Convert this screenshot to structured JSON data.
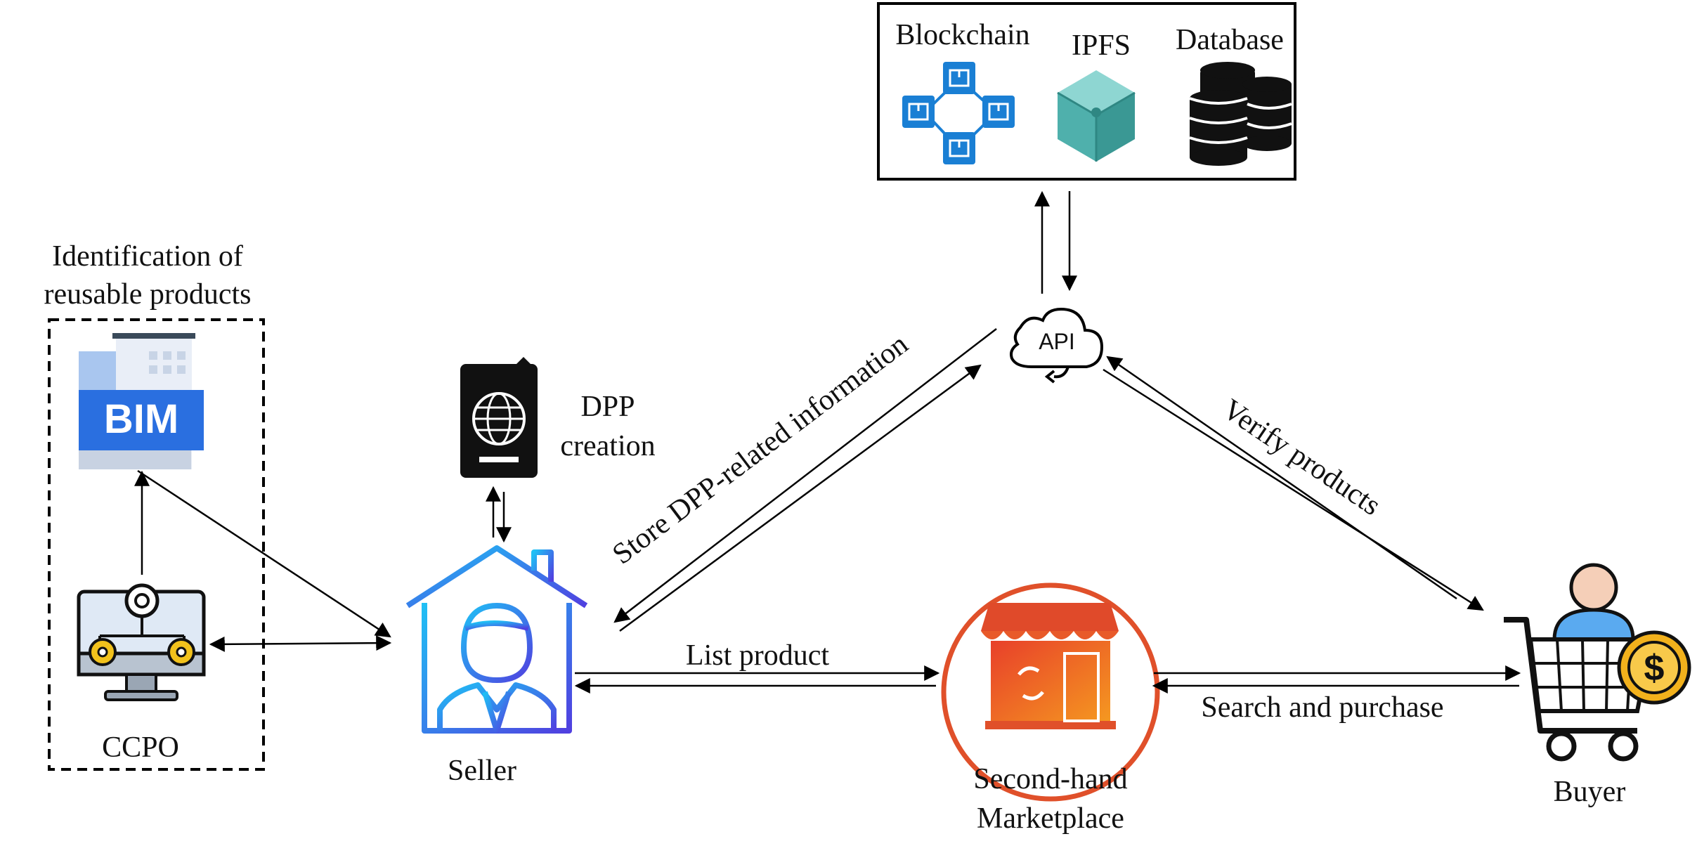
{
  "storage": {
    "blockchain_label": "Blockchain",
    "ipfs_label": "IPFS",
    "database_label": "Database"
  },
  "api": {
    "label": "API"
  },
  "identification": {
    "title_line1": "Identification of",
    "title_line2": "reusable products"
  },
  "bim": {
    "label": "BIM"
  },
  "ccpo": {
    "label": "CCPO"
  },
  "dpp": {
    "line1": "DPP",
    "line2": "creation"
  },
  "seller": {
    "label": "Seller"
  },
  "marketplace": {
    "line1": "Second-hand",
    "line2": "Marketplace"
  },
  "buyer": {
    "label": "Buyer"
  },
  "flows": {
    "store": "Store DPP-related information",
    "verify": "Verify products",
    "list": "List product",
    "search": "Search and purchase"
  },
  "colors": {
    "blockchain_blue": "#1a7fd4",
    "ipfs_teal": "#5ab8b4",
    "bim_blue": "#2a6fe0",
    "seller_gradient_start": "#1fb0f0",
    "seller_gradient_end": "#4a4ae0",
    "market_ring": "#e0502a",
    "market_fill": "#f07020",
    "buyer_shirt": "#5aaaf0",
    "coin_gold": "#f2b11c"
  }
}
